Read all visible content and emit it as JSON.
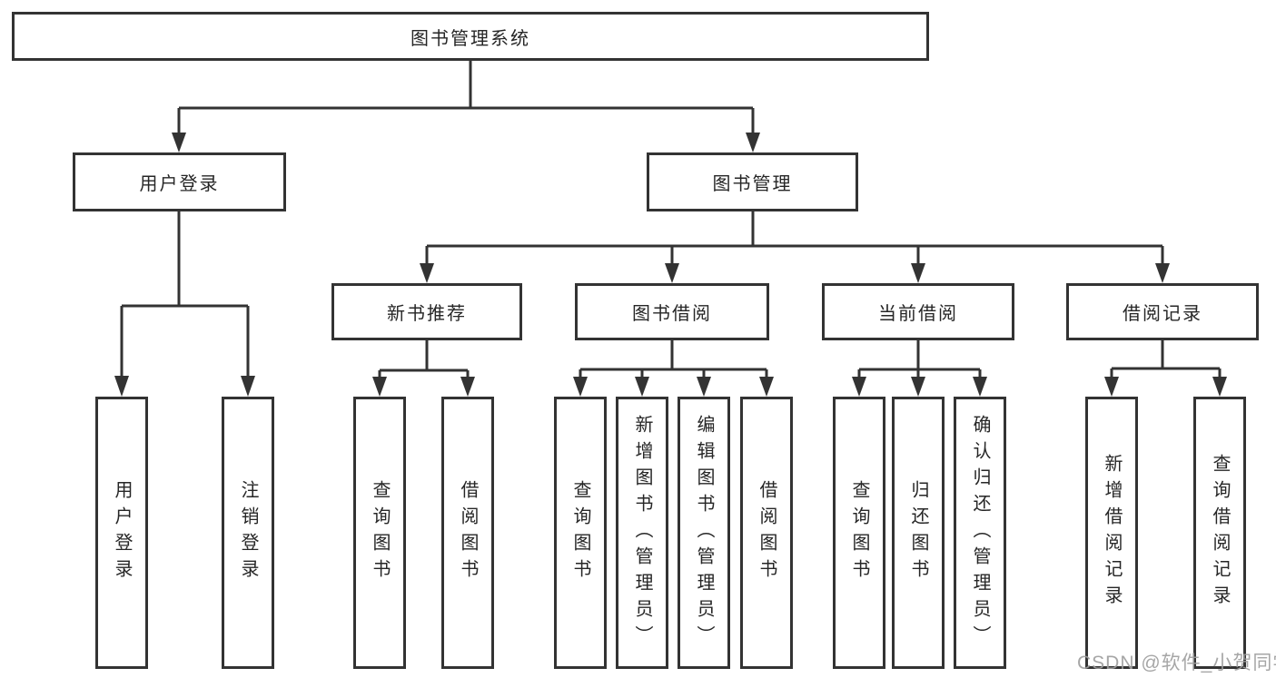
{
  "tree": {
    "label": "图书管理系统",
    "children": [
      {
        "label": "用户登录",
        "children": [
          {
            "label": "用户登录"
          },
          {
            "label": "注销登录"
          }
        ]
      },
      {
        "label": "图书管理",
        "children": [
          {
            "label": "新书推荐",
            "children": [
              {
                "label": "查询图书"
              },
              {
                "label": "借阅图书"
              }
            ]
          },
          {
            "label": "图书借阅",
            "children": [
              {
                "label": "查询图书"
              },
              {
                "label": "新增图书（管理员）"
              },
              {
                "label": "编辑图书（管理员）"
              },
              {
                "label": "借阅图书"
              }
            ]
          },
          {
            "label": "当前借阅",
            "children": [
              {
                "label": "查询图书"
              },
              {
                "label": "归还图书"
              },
              {
                "label": "确认归还（管理员）"
              }
            ]
          },
          {
            "label": "借阅记录",
            "children": [
              {
                "label": "新增借阅记录"
              },
              {
                "label": "查询借阅记录"
              }
            ]
          }
        ]
      }
    ]
  },
  "watermark": {
    "text": "CSDN @软件_小贺同学"
  },
  "colors": {
    "line": "#333333",
    "text": "#262626",
    "watermark": "#9e9e9e",
    "background": "#ffffff"
  }
}
